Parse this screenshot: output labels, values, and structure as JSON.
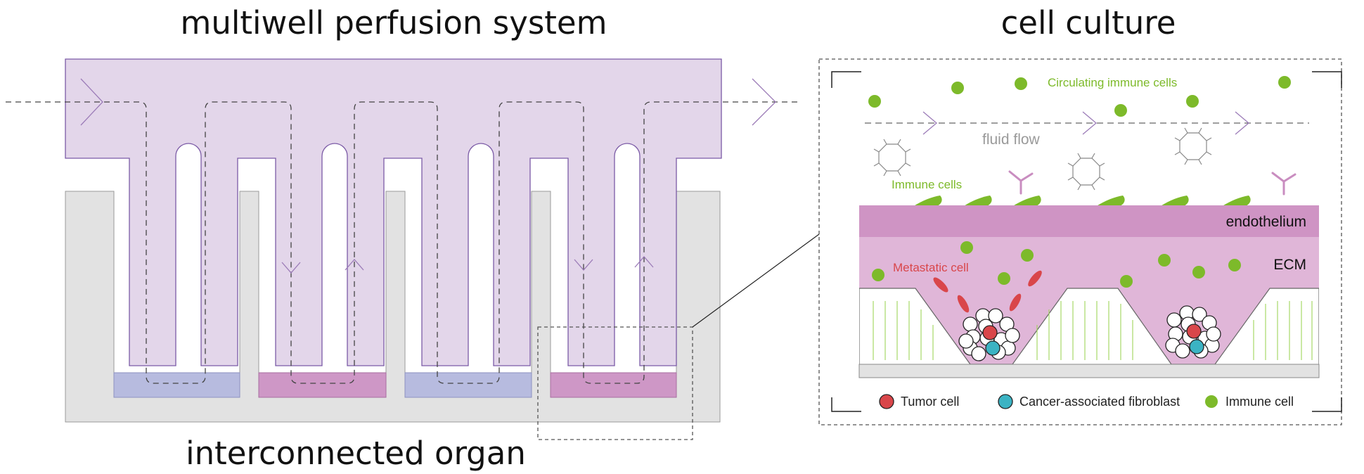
{
  "titles": {
    "left": "multiwell perfusion system",
    "right": "cell culture",
    "bottom": "interconnected organ"
  },
  "labels": {
    "circulating": "Circulating immune cells",
    "fluid_flow": "fluid flow",
    "immune_cells": "Immune cells",
    "endothelium": "endothelium",
    "ecm": "ECM",
    "metastatic": "Metastatic cell"
  },
  "legend": {
    "tumor": "Tumor cell",
    "caf": "Cancer-associated fibroblast",
    "immune": "Immune cell"
  },
  "colors": {
    "manifold": "#e3d6ea",
    "manifold_stroke": "#7b5aa6",
    "well": "#e2e2e2",
    "organ_blue": "#b7bbdf",
    "organ_pink": "#ce97c6",
    "endothelium": "#cf94c4",
    "ecm": "#e0b6d8",
    "immune": "#7dba2a",
    "tumor": "#d9464a",
    "caf": "#3bb3c3"
  }
}
